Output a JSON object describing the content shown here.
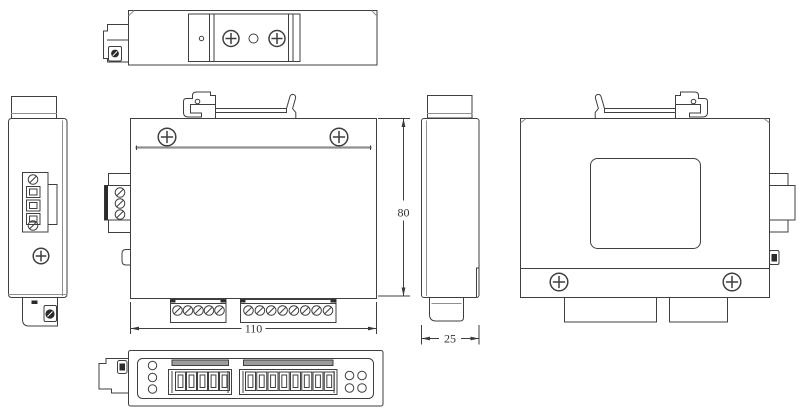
{
  "drawing": {
    "type": "engineering-multiview-drawing",
    "dims": {
      "width": "110",
      "height": "80",
      "depth": "25"
    },
    "colors": {
      "background": "#ffffff",
      "line": "#3f3f3f",
      "light_line": "#8f8f8f",
      "dark_fill": "#2b2b2b",
      "gray_fill": "#9c9c9c",
      "dim_text": "#333333"
    }
  }
}
